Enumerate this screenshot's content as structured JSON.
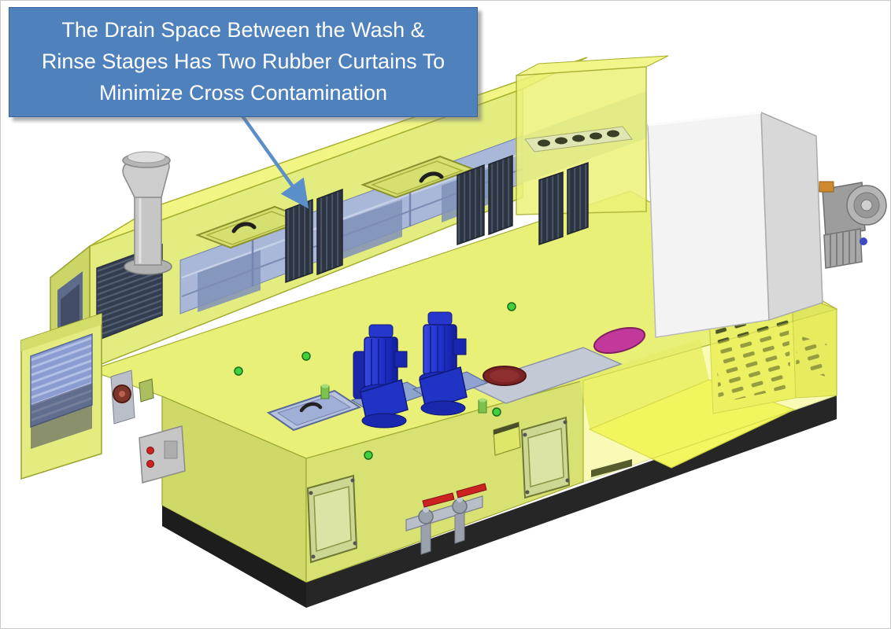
{
  "callout": {
    "line1": "The Drain Space Between the Wash &",
    "line2": "Rinse Stages Has Two Rubber Curtains To",
    "line3": "Minimize Cross Contamination"
  },
  "colors": {
    "callout_bg": "#4f81bd",
    "callout_border": "#38639b",
    "callout_text": "#ffffff",
    "arrow_blue": "#5b8fc9",
    "machine_yellow": "#e9f077",
    "machine_yellow_dark": "#cfd968",
    "panel_blue_gray": "#a9b8d8",
    "curtain_dark": "#2c3441",
    "pump_blue": "#2133c4",
    "enclosure_white": "#f3f3f3",
    "base_black": "#1d1d1d",
    "valve_red": "#cc2222",
    "part_magenta": "#c2399b",
    "drain_maroon": "#7c2424",
    "indicator_green": "#3fd23c"
  }
}
